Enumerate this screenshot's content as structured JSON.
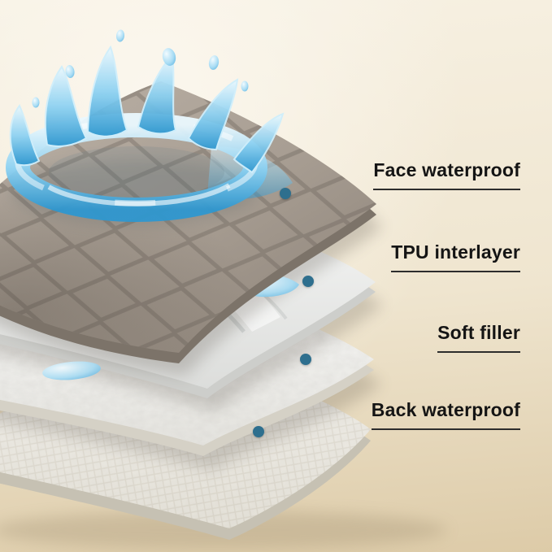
{
  "colors": {
    "background_top": "#f7f1e3",
    "background_bottom": "#ddcba8",
    "callout_dot": "#2e6f8e",
    "label_text": "#141414",
    "underline": "#2d2d2d",
    "water_blue": "#3f9fd4",
    "top_fabric_gray": "#a29889"
  },
  "callouts": [
    {
      "label": "Face waterproof",
      "layer": "face-waterproof"
    },
    {
      "label": "TPU interlayer",
      "layer": "tpu-interlayer"
    },
    {
      "label": "Soft filler",
      "layer": "soft-filler"
    },
    {
      "label": "Back waterproof",
      "layer": "back-waterproof"
    }
  ]
}
